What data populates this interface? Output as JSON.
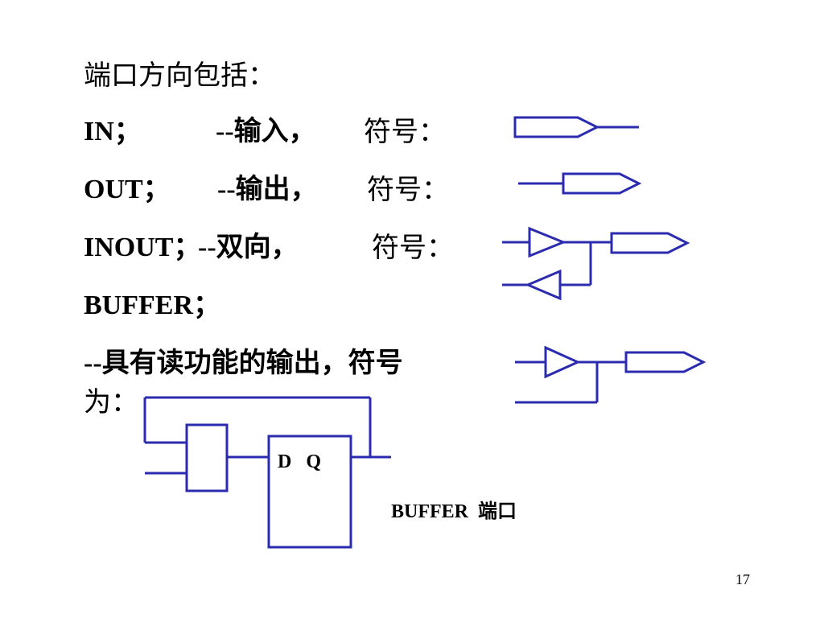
{
  "heading": "端口方向包括：",
  "modes": [
    {
      "name": "IN；",
      "desc": "--输入，",
      "symbol_label": "符号："
    },
    {
      "name": "OUT；",
      "desc": "--输出，",
      "symbol_label": "符号："
    },
    {
      "name": "INOUT；",
      "desc": "--双向，",
      "symbol_label": "符号："
    },
    {
      "name": "BUFFER；"
    }
  ],
  "buffer_note_line1": "--具有读功能的输出，符号",
  "buffer_note_line2": "为：",
  "flipflop_label": "D   Q",
  "buffer_port_caption": "BUFFER  端口",
  "page_number": "17",
  "colors": {
    "symbol_stroke": "#2b2bb0",
    "diagram_stroke": "#2b2bb0"
  }
}
